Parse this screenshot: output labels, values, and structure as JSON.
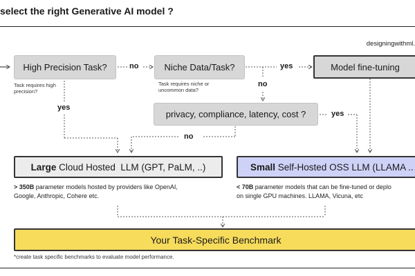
{
  "header": {
    "title": "select the right Generative AI model ?",
    "source": "designingwithml."
  },
  "nodes": {
    "high_precision": {
      "label": "High Precision Task?",
      "note": "Task requires high precision?"
    },
    "niche_data": {
      "label": "Niche Data/Task?",
      "note": "Task requires niche or uncommon data?"
    },
    "fine_tuning": {
      "label": "Model fine-tuning"
    },
    "privacy": {
      "label": "privacy, compliance, latency, cost ?"
    },
    "large_llm": {
      "label_bold": "Large",
      "label_rest": " Cloud Hosted  LLM (GPT, PaLM, ..)",
      "desc_bold": "> 350B",
      "desc_line1": " parameter models hosted by providers like OpenAI,",
      "desc_line2": "Google, Anthropic, Cohere etc."
    },
    "small_llm": {
      "label_bold": "Small",
      "label_rest": " Self-Hosted OSS LLM (LLAMA ..",
      "desc_bold": "< 70B",
      "desc_line1": " parameter models that can be fine-tuned or deplo",
      "desc_line2": "on single GPU machines. LLAMA, Vicuna, etc"
    },
    "benchmark": {
      "label": "Your Task-Specific Benchmark"
    }
  },
  "edges": {
    "hp_to_niche": "no",
    "niche_to_finetune": "yes",
    "niche_to_privacy": "no",
    "hp_to_large": "yes",
    "privacy_to_small": "yes",
    "privacy_to_large": "no"
  },
  "footnote": "*create task specific benchmarks to evaluate model performance.",
  "colors": {
    "gray_box": "#d7d7d7",
    "small_box": "#cfd2f7",
    "benchmark": "#f7dc5c",
    "line": "#555555"
  }
}
